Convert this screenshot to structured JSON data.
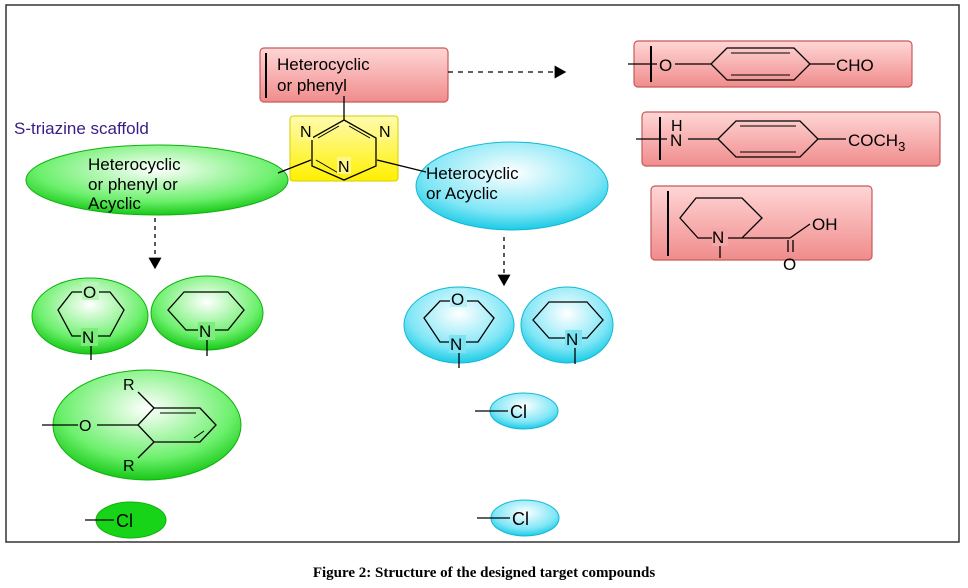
{
  "colors": {
    "frame": "#333333",
    "green": "#22dd22",
    "cyan": "#33d6ee",
    "pink": "#f39a9a",
    "yellow": "#fff533",
    "title_text": "#3a1d86"
  },
  "scaffold_title": "S-triazine scaffold",
  "triazine_atoms": [
    "N",
    "N",
    "N"
  ],
  "top_box": {
    "line1": "Heterocyclic",
    "line2": "or phenyl"
  },
  "left_ellipse": {
    "line1": "Heterocyclic",
    "line2": "or phenyl or",
    "line3": "Acyclic"
  },
  "right_ellipse": {
    "line1": "Heterocyclic",
    "line2": "or Acyclic"
  },
  "pink_substituents": {
    "aldehyde": {
      "o": "O",
      "group": "CHO"
    },
    "acetyl": {
      "h": "H",
      "n": "N",
      "group": "COCH",
      "sub": "3"
    },
    "pipecolic": {
      "n": "N",
      "acid": "OH",
      "carbonyl": "O"
    }
  },
  "green_substituents": {
    "morpholine": {
      "o": "O",
      "n": "N"
    },
    "piperidine": {
      "n": "N"
    },
    "phenoxy": {
      "r_top": "R",
      "o": "O",
      "r_bottom": "R"
    },
    "chloro": "Cl"
  },
  "cyan_substituents": {
    "morpholine": {
      "o": "O",
      "n": "N"
    },
    "piperidine": {
      "n": "N"
    },
    "chloro_1": "Cl",
    "chloro_2": "Cl"
  },
  "caption": "Figure 2: Structure of the designed target compounds"
}
